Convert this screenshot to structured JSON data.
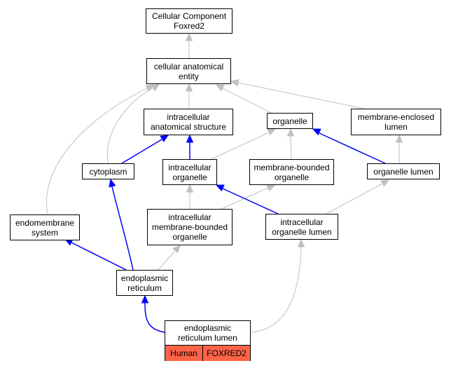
{
  "nodes": {
    "cc_foxred2": [
      "Cellular Component",
      "Foxred2"
    ],
    "cae": [
      "cellular anatomical",
      "entity"
    ],
    "ias": [
      "intracellular",
      "anatomical structure"
    ],
    "organelle": [
      "organelle"
    ],
    "mel": [
      "membrane-enclosed",
      "lumen"
    ],
    "cytoplasm": [
      "cytoplasm"
    ],
    "io": [
      "intracellular",
      "organelle"
    ],
    "mbo": [
      "membrane-bounded",
      "organelle"
    ],
    "ol": [
      "organelle lumen"
    ],
    "es": [
      "endomembrane",
      "system"
    ],
    "imbo": [
      "intracellular",
      "membrane-bounded",
      "organelle"
    ],
    "iol": [
      "intracellular",
      "organelle lumen"
    ],
    "er": [
      "endoplasmic",
      "reticulum"
    ],
    "erl": [
      "endoplasmic",
      "reticulum lumen"
    ]
  },
  "annotation": {
    "species": "Human",
    "gene": "FOXRED2"
  },
  "colors": {
    "is_a_edge": "#c0c0c0",
    "part_of_edge": "#0000ff",
    "annotation_fill": "#ff6347"
  }
}
